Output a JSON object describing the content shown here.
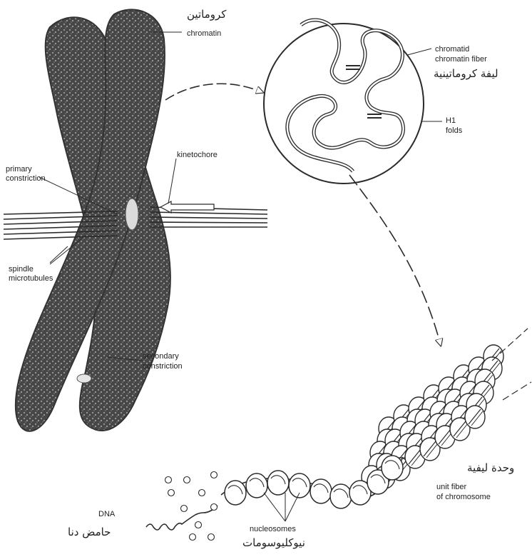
{
  "labels": {
    "chromatin_ar": "كروماتين",
    "chromatin_en": "chromatin",
    "kinetochore": "kinetochore",
    "primary_constriction": [
      "primary",
      "constriction"
    ],
    "spindle_microtubules": [
      "spindle",
      "microtubules"
    ],
    "secondary_constriction": [
      "secondary",
      "constriction"
    ],
    "chromatin_fiber": [
      "chromatid",
      "chromatin fiber"
    ],
    "chromatin_fiber_ar": "ليفة كروماتينية",
    "h1_folds": [
      "H1",
      "folds"
    ],
    "unit_fiber_ar": "وحدة ليفية",
    "unit_fiber": [
      "unit fiber",
      "of chromosome"
    ],
    "dna": "DNA",
    "dna_ar": "حامض دنا",
    "nucleosomes": "nucleosomes",
    "nucleosomes_ar": "نيوكليوسومات"
  },
  "colors": {
    "ink": "#2a2a2a",
    "chromosome_fill": "#4d4d4d",
    "paper": "#ffffff"
  }
}
